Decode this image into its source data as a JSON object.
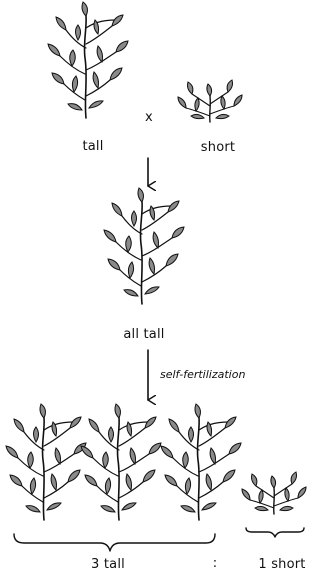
{
  "parents": {
    "tall_label": "tall",
    "cross_symbol": "x",
    "short_label": "short"
  },
  "f1": {
    "label": "all tall"
  },
  "process": {
    "label": "self-fertilization"
  },
  "f2": {
    "tall_label": "3 tall",
    "ratio_separator": ":",
    "short_label": "1 short"
  }
}
